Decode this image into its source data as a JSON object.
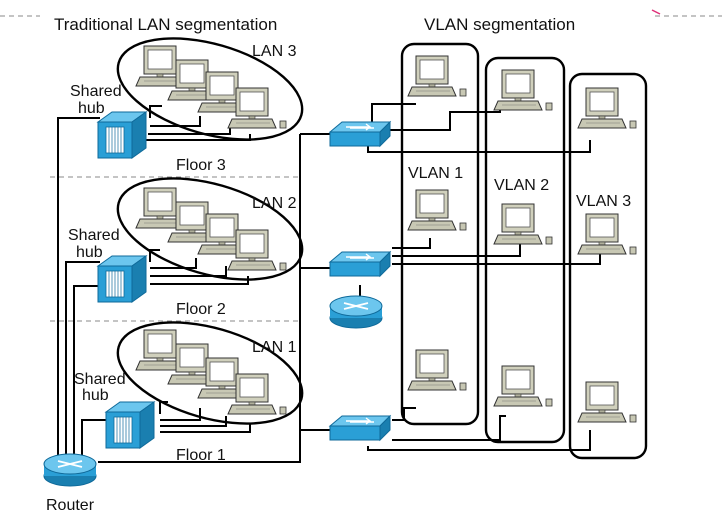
{
  "titles": {
    "traditional": "Traditional LAN segmentation",
    "vlan": "VLAN segmentation"
  },
  "lans": [
    {
      "label": "LAN 3",
      "floor": "Floor 3",
      "hub": [
        "Shared",
        "hub"
      ]
    },
    {
      "label": "LAN 2",
      "floor": "Floor 2",
      "hub": [
        "Shared",
        "hub"
      ]
    },
    {
      "label": "LAN 1",
      "floor": "Floor 1",
      "hub": [
        "Shared",
        "hub"
      ]
    }
  ],
  "vlans": [
    "VLAN 1",
    "VLAN 2",
    "VLAN 3"
  ],
  "router_label": "Router",
  "colors": {
    "device_blue": "#2a9fd6",
    "device_dark": "#0f6a9a",
    "computer_body": "#c8c8b4",
    "computer_screen": "#ffffff",
    "line": "#000000",
    "dashed": "#888888"
  }
}
